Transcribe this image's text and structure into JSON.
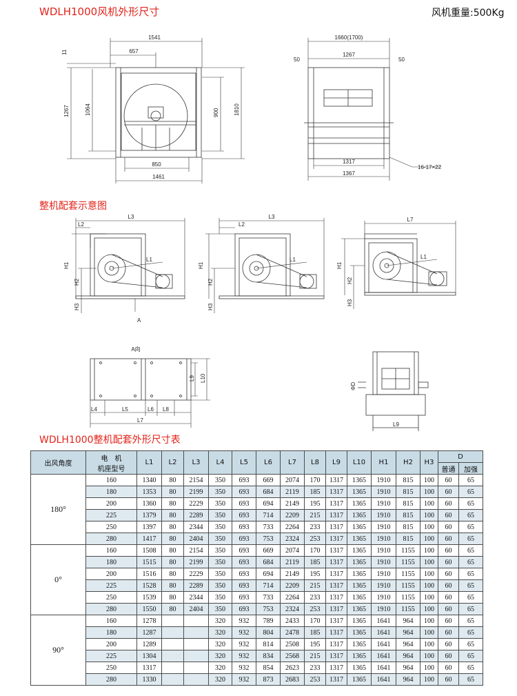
{
  "header": {
    "title": "WDLH1000风机外形尺寸",
    "weight": "风机重量:500Kg"
  },
  "sections": {
    "assembly_title": "整机配套示意图",
    "table_title": "WDLH1000整机配套外形尺寸表"
  },
  "front_view": {
    "dims": [
      "1541",
      "657",
      "11",
      "1267",
      "1064",
      "900",
      "1810",
      "850",
      "1461"
    ]
  },
  "side_view": {
    "dims": [
      "1660(1700)",
      "50",
      "1267",
      "50",
      "1317",
      "1367",
      "16-17×22"
    ]
  },
  "assembly_view": {
    "labels": [
      "L3",
      "L2",
      "L1",
      "H1",
      "H2",
      "H3",
      "A",
      "L3",
      "L2",
      "L1",
      "H1",
      "H2",
      "H3",
      "L7",
      "L1",
      "H1",
      "H2",
      "H3"
    ]
  },
  "a_view": {
    "title": "A向",
    "labels": [
      "L9",
      "L10",
      "L4",
      "L5",
      "L6",
      "L8",
      "L7"
    ]
  },
  "d_view": {
    "labels": [
      "ΦD",
      "L9"
    ]
  },
  "table": {
    "headers": {
      "angle": "出风角度",
      "motor_top": "电　机",
      "motor_bottom": "机座型号",
      "cols": [
        "L1",
        "L2",
        "L3",
        "L4",
        "L5",
        "L6",
        "L7",
        "L8",
        "L9",
        "L10",
        "H1",
        "H2",
        "H3"
      ],
      "d": "D",
      "d_normal": "普通",
      "d_reinforced": "加强"
    },
    "groups": [
      {
        "angle": "180°",
        "rows": [
          [
            "160",
            "1340",
            "80",
            "2154",
            "350",
            "693",
            "669",
            "2074",
            "170",
            "1317",
            "1365",
            "1910",
            "815",
            "100",
            "60",
            "65"
          ],
          [
            "180",
            "1353",
            "80",
            "2199",
            "350",
            "693",
            "684",
            "2119",
            "185",
            "1317",
            "1365",
            "1910",
            "815",
            "100",
            "60",
            "65"
          ],
          [
            "200",
            "1360",
            "80",
            "2229",
            "350",
            "693",
            "694",
            "2149",
            "195",
            "1317",
            "1365",
            "1910",
            "815",
            "100",
            "60",
            "65"
          ],
          [
            "225",
            "1379",
            "80",
            "2289",
            "350",
            "693",
            "714",
            "2209",
            "215",
            "1317",
            "1365",
            "1910",
            "815",
            "100",
            "60",
            "65"
          ],
          [
            "250",
            "1397",
            "80",
            "2344",
            "350",
            "693",
            "733",
            "2264",
            "233",
            "1317",
            "1365",
            "1910",
            "815",
            "100",
            "60",
            "65"
          ],
          [
            "280",
            "1417",
            "80",
            "2404",
            "350",
            "693",
            "753",
            "2324",
            "253",
            "1317",
            "1365",
            "1910",
            "815",
            "100",
            "60",
            "65"
          ]
        ]
      },
      {
        "angle": "0°",
        "rows": [
          [
            "160",
            "1508",
            "80",
            "2154",
            "350",
            "693",
            "669",
            "2074",
            "170",
            "1317",
            "1365",
            "1910",
            "1155",
            "100",
            "60",
            "65"
          ],
          [
            "180",
            "1515",
            "80",
            "2199",
            "350",
            "693",
            "684",
            "2119",
            "185",
            "1317",
            "1365",
            "1910",
            "1155",
            "100",
            "60",
            "65"
          ],
          [
            "200",
            "1516",
            "80",
            "2229",
            "350",
            "693",
            "694",
            "2149",
            "195",
            "1317",
            "1365",
            "1910",
            "1155",
            "100",
            "60",
            "65"
          ],
          [
            "225",
            "1528",
            "80",
            "2289",
            "350",
            "693",
            "714",
            "2209",
            "215",
            "1317",
            "1365",
            "1910",
            "1155",
            "100",
            "60",
            "65"
          ],
          [
            "250",
            "1539",
            "80",
            "2344",
            "350",
            "693",
            "733",
            "2264",
            "233",
            "1317",
            "1365",
            "1910",
            "1155",
            "100",
            "60",
            "65"
          ],
          [
            "280",
            "1550",
            "80",
            "2404",
            "350",
            "693",
            "753",
            "2324",
            "253",
            "1317",
            "1365",
            "1910",
            "1155",
            "100",
            "60",
            "65"
          ]
        ]
      },
      {
        "angle": "90°",
        "rows": [
          [
            "160",
            "1278",
            "",
            "",
            "320",
            "932",
            "789",
            "2433",
            "170",
            "1317",
            "1365",
            "1641",
            "964",
            "100",
            "60",
            "65"
          ],
          [
            "180",
            "1287",
            "",
            "",
            "320",
            "932",
            "804",
            "2478",
            "185",
            "1317",
            "1365",
            "1641",
            "964",
            "100",
            "60",
            "65"
          ],
          [
            "200",
            "1289",
            "",
            "",
            "320",
            "932",
            "814",
            "2508",
            "195",
            "1317",
            "1365",
            "1641",
            "964",
            "100",
            "60",
            "65"
          ],
          [
            "225",
            "1304",
            "",
            "",
            "320",
            "932",
            "834",
            "2568",
            "215",
            "1317",
            "1365",
            "1641",
            "964",
            "100",
            "60",
            "65"
          ],
          [
            "250",
            "1317",
            "",
            "",
            "320",
            "932",
            "854",
            "2623",
            "233",
            "1317",
            "1365",
            "1641",
            "964",
            "100",
            "60",
            "65"
          ],
          [
            "280",
            "1330",
            "",
            "",
            "320",
            "932",
            "873",
            "2683",
            "253",
            "1317",
            "1365",
            "1641",
            "964",
            "100",
            "60",
            "65"
          ]
        ]
      }
    ]
  }
}
